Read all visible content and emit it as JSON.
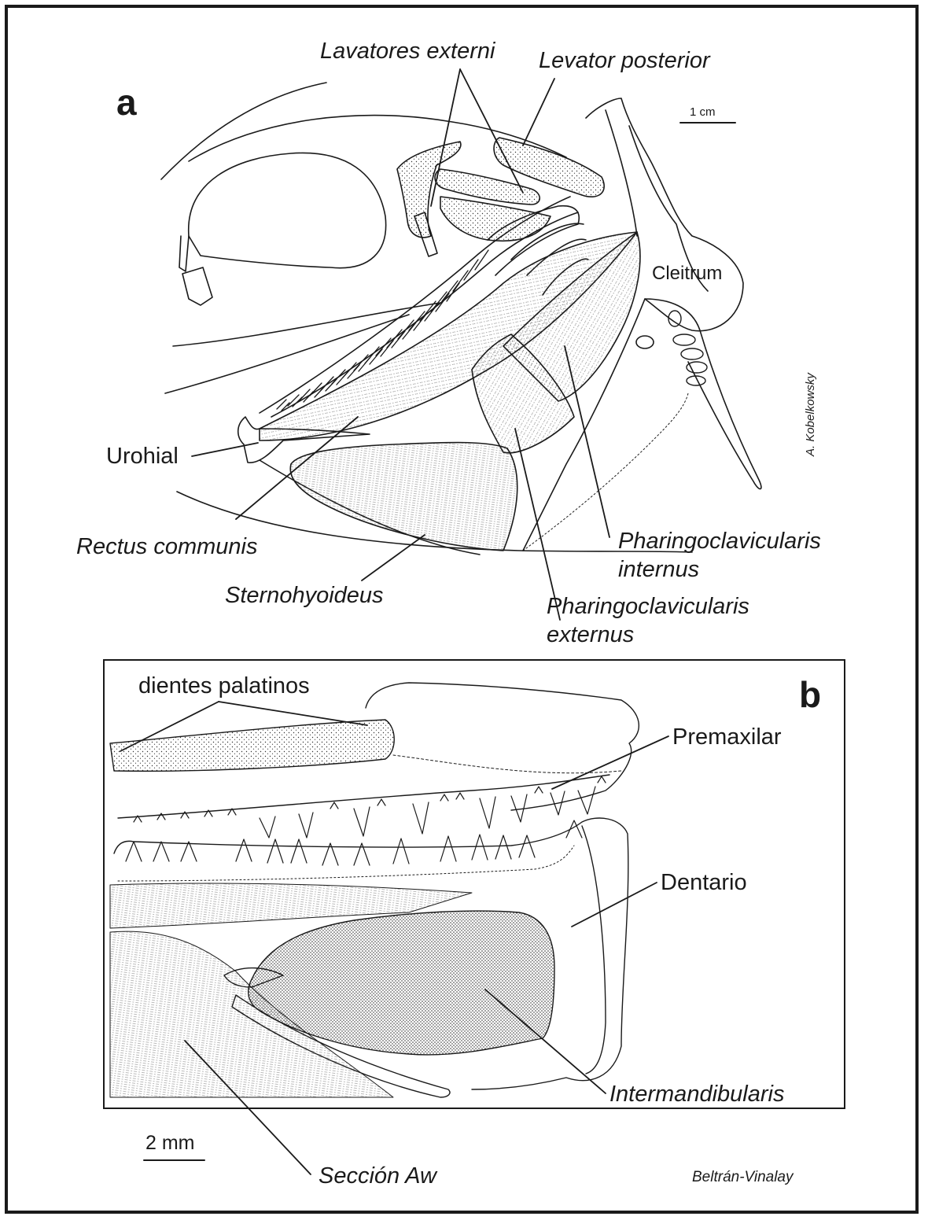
{
  "panel_a": {
    "letter": "a",
    "labels": {
      "lavatores_externi": "Lavatores externi",
      "levator_posterior": "Levator posterior",
      "cleitrum": "Cleitrum",
      "urohial": "Urohial",
      "rectus_communis": "Rectus communis",
      "sternohyoideus": "Sternohyoideus",
      "pharingoclavicularis_internus_1": "Pharingoclavicularis",
      "pharingoclavicularis_internus_2": "internus",
      "pharingoclavicularis_externus_1": "Pharingoclavicularis",
      "pharingoclavicularis_externus_2": "externus"
    },
    "scale_bar": "1 cm",
    "credit": "A. Kobelkowsky"
  },
  "panel_b": {
    "letter": "b",
    "labels": {
      "dientes_palatinos": "dientes palatinos",
      "premaxilar": "Premaxilar",
      "dentario": "Dentario",
      "intermandibularis": "Intermandibularis",
      "seccion_aw": "Sección Aw"
    },
    "scale_bar": "2 mm",
    "credit": "Beltrán-Vinalay"
  }
}
